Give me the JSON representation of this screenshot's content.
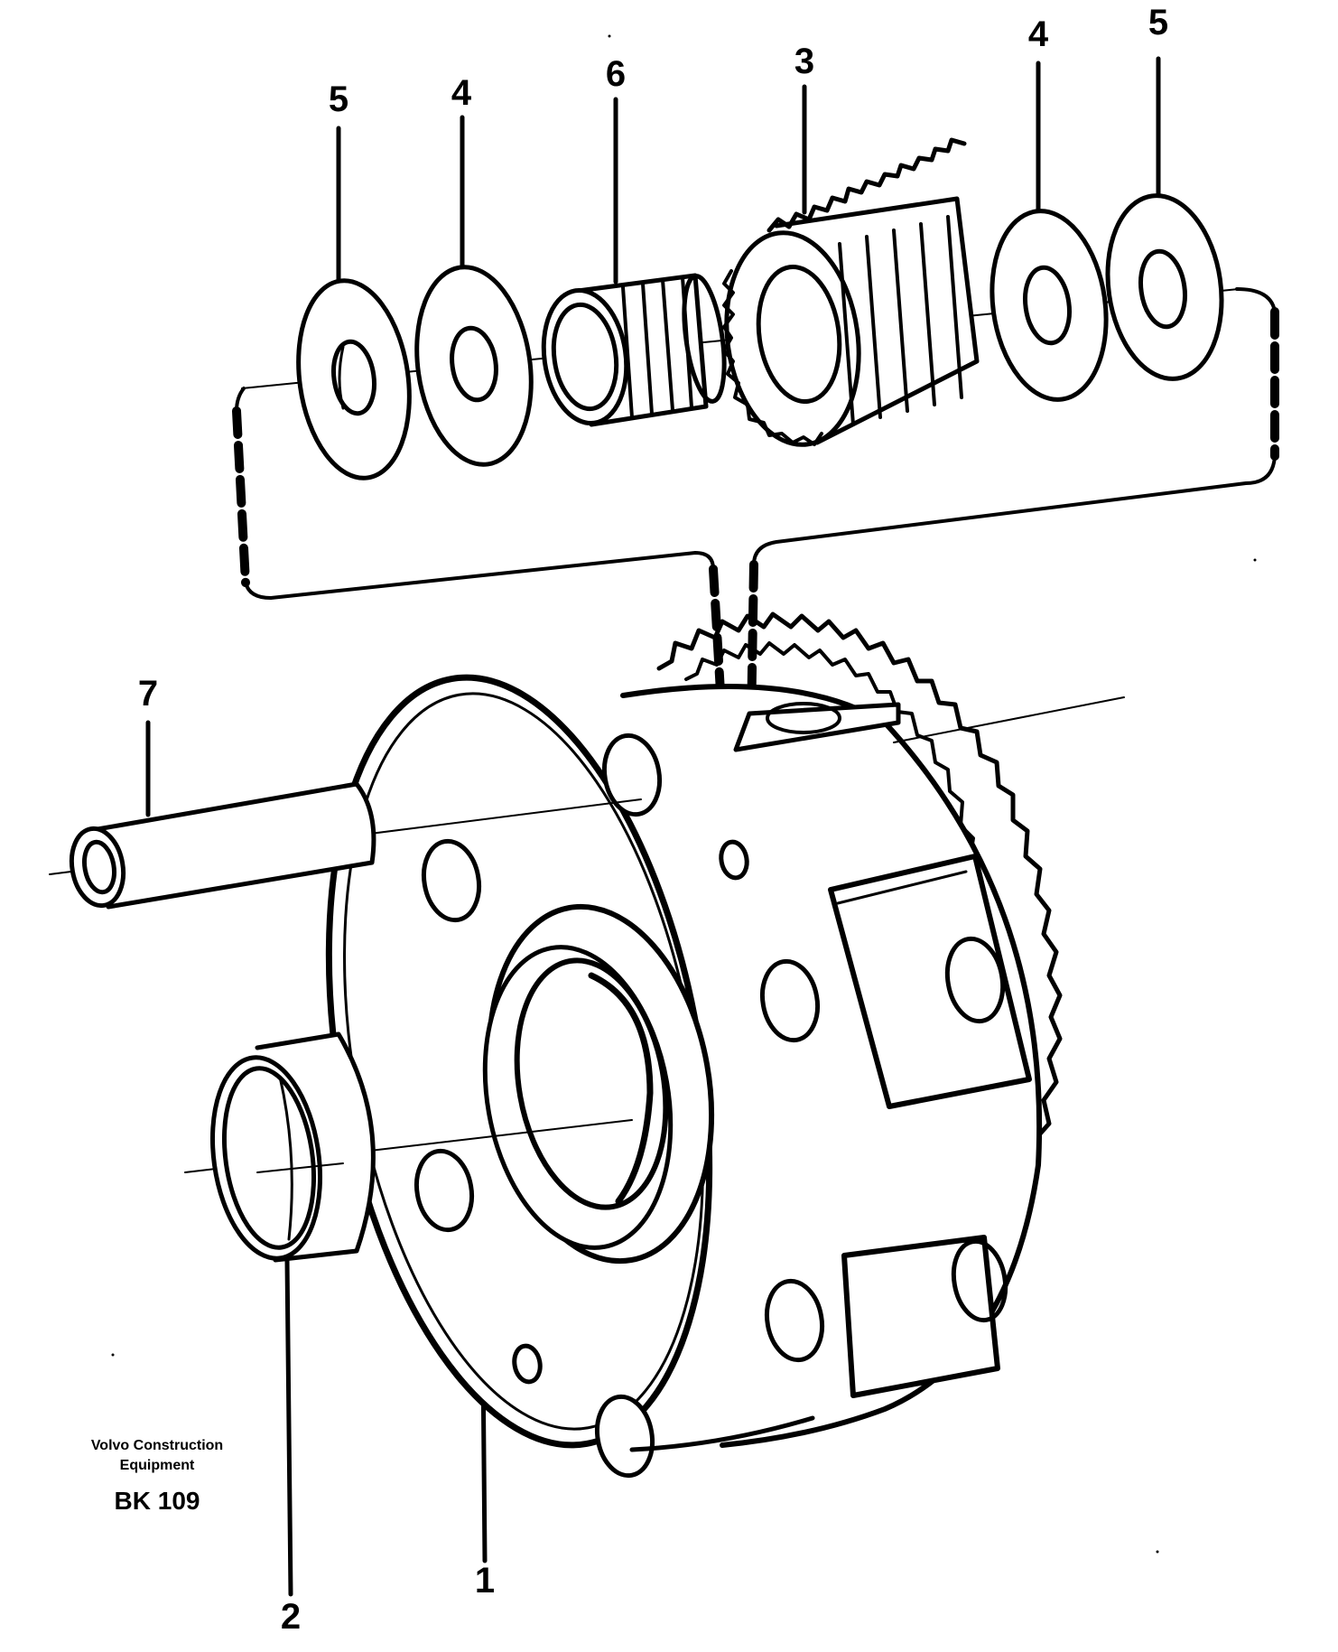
{
  "diagram": {
    "callouts": {
      "c1": "1",
      "c2": "2",
      "c3": "3",
      "c4a": "4",
      "c4b": "4",
      "c5a": "5",
      "c5b": "5",
      "c6": "6",
      "c7": "7"
    },
    "brand": {
      "line1": "Volvo Construction",
      "line2": "Equipment",
      "code": "BK 109"
    },
    "parts": [
      {
        "ref": "1",
        "icon": "planet-carrier-with-ring-gear-icon"
      },
      {
        "ref": "2",
        "icon": "bearing-ring-icon"
      },
      {
        "ref": "3",
        "icon": "planet-gear-icon"
      },
      {
        "ref": "4",
        "icon": "thrust-washer-icon"
      },
      {
        "ref": "5",
        "icon": "washer-icon"
      },
      {
        "ref": "6",
        "icon": "needle-bearing-icon"
      },
      {
        "ref": "7",
        "icon": "planet-shaft-icon"
      }
    ]
  }
}
